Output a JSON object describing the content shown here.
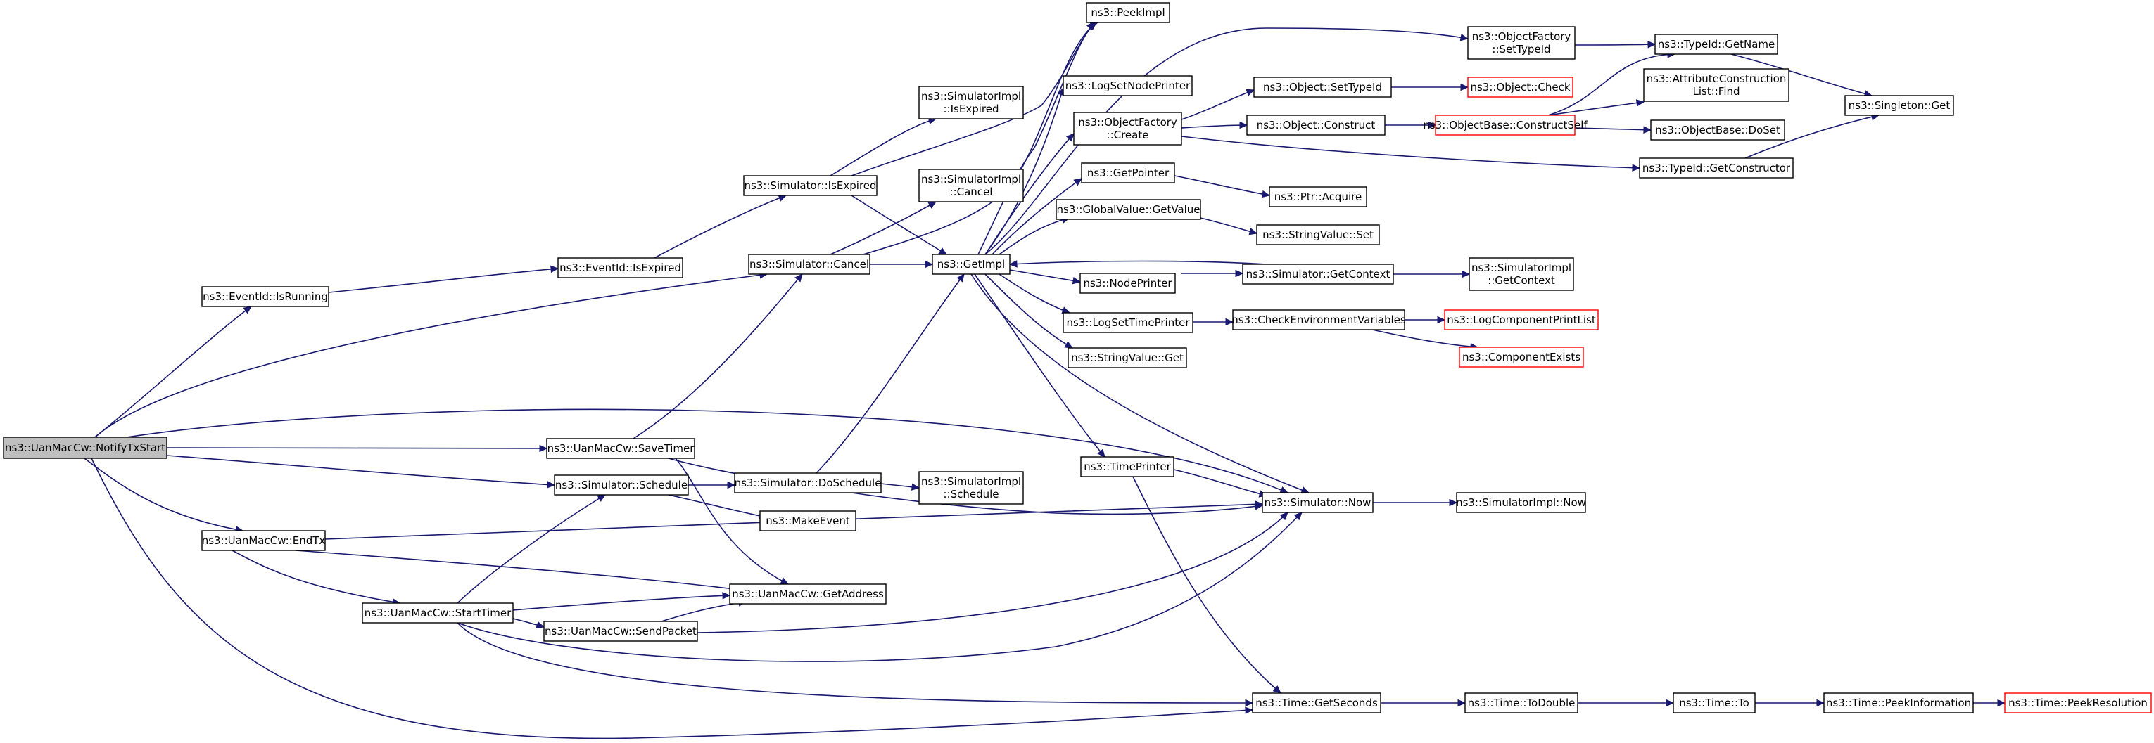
{
  "nodes": [
    {
      "id": "notifyTxStart",
      "lines": [
        "ns3::UanMacCw::NotifyTxStart"
      ],
      "root": true
    },
    {
      "id": "isRunning",
      "lines": [
        "ns3::EventId::IsRunning"
      ]
    },
    {
      "id": "eventIsExpired",
      "lines": [
        "ns3::EventId::IsExpired"
      ]
    },
    {
      "id": "simIsExpired",
      "lines": [
        "ns3::Simulator::IsExpired"
      ]
    },
    {
      "id": "simImplIsExpired",
      "lines": [
        "ns3::SimulatorImpl",
        "::IsExpired"
      ]
    },
    {
      "id": "peekImpl",
      "lines": [
        "ns3::PeekImpl"
      ]
    },
    {
      "id": "getImpl",
      "lines": [
        "ns3::GetImpl"
      ]
    },
    {
      "id": "simCancel",
      "lines": [
        "ns3::Simulator::Cancel"
      ]
    },
    {
      "id": "simImplCancel",
      "lines": [
        "ns3::SimulatorImpl",
        "::Cancel"
      ]
    },
    {
      "id": "saveTimer",
      "lines": [
        "ns3::UanMacCw::SaveTimer"
      ]
    },
    {
      "id": "simSchedule",
      "lines": [
        "ns3::Simulator::Schedule"
      ]
    },
    {
      "id": "doSchedule",
      "lines": [
        "ns3::Simulator::DoSchedule"
      ]
    },
    {
      "id": "simImplSchedule",
      "lines": [
        "ns3::SimulatorImpl",
        "::Schedule"
      ]
    },
    {
      "id": "makeEvent",
      "lines": [
        "ns3::MakeEvent"
      ]
    },
    {
      "id": "endTx",
      "lines": [
        "ns3::UanMacCw::EndTx"
      ]
    },
    {
      "id": "startTimer",
      "lines": [
        "ns3::UanMacCw::StartTimer"
      ]
    },
    {
      "id": "getAddress",
      "lines": [
        "ns3::UanMacCw::GetAddress"
      ]
    },
    {
      "id": "sendPacket",
      "lines": [
        "ns3::UanMacCw::SendPacket"
      ]
    },
    {
      "id": "logSetNodePrinter",
      "lines": [
        "ns3::LogSetNodePrinter"
      ]
    },
    {
      "id": "objFactoryCreate",
      "lines": [
        "ns3::ObjectFactory",
        "::Create"
      ]
    },
    {
      "id": "getPointer",
      "lines": [
        "ns3::GetPointer"
      ]
    },
    {
      "id": "globalValueGetValue",
      "lines": [
        "ns3::GlobalValue::GetValue"
      ]
    },
    {
      "id": "nodePrinter",
      "lines": [
        "ns3::NodePrinter"
      ]
    },
    {
      "id": "logSetTimePrinter",
      "lines": [
        "ns3::LogSetTimePrinter"
      ]
    },
    {
      "id": "stringValueGet",
      "lines": [
        "ns3::StringValue::Get"
      ]
    },
    {
      "id": "timePrinter",
      "lines": [
        "ns3::TimePrinter"
      ]
    },
    {
      "id": "simNow",
      "lines": [
        "ns3::Simulator::Now"
      ]
    },
    {
      "id": "simImplNow",
      "lines": [
        "ns3::SimulatorImpl::Now"
      ]
    },
    {
      "id": "getSeconds",
      "lines": [
        "ns3::Time::GetSeconds"
      ]
    },
    {
      "id": "toDouble",
      "lines": [
        "ns3::Time::ToDouble"
      ]
    },
    {
      "id": "timeTo",
      "lines": [
        "ns3::Time::To"
      ]
    },
    {
      "id": "peekInformation",
      "lines": [
        "ns3::Time::PeekInformation"
      ]
    },
    {
      "id": "peekResolution",
      "lines": [
        "ns3::Time::PeekResolution"
      ],
      "red": true
    },
    {
      "id": "objFactorySetTypeId",
      "lines": [
        "ns3::ObjectFactory",
        "::SetTypeId"
      ]
    },
    {
      "id": "objSetTypeId",
      "lines": [
        "ns3::Object::SetTypeId"
      ]
    },
    {
      "id": "objConstruct",
      "lines": [
        "ns3::Object::Construct"
      ]
    },
    {
      "id": "ptrAcquire",
      "lines": [
        "ns3::Ptr::Acquire"
      ]
    },
    {
      "id": "stringValueSet",
      "lines": [
        "ns3::StringValue::Set"
      ]
    },
    {
      "id": "simGetContext",
      "lines": [
        "ns3::Simulator::GetContext"
      ]
    },
    {
      "id": "checkEnvVars",
      "lines": [
        "ns3::CheckEnvironmentVariables"
      ]
    },
    {
      "id": "objCheck",
      "lines": [
        "ns3::Object::Check"
      ],
      "red": true
    },
    {
      "id": "constructSelf",
      "lines": [
        "ns3::ObjectBase::ConstructSelf"
      ],
      "red": true
    },
    {
      "id": "simImplGetContext",
      "lines": [
        "ns3::SimulatorImpl",
        "::GetContext"
      ]
    },
    {
      "id": "logComponentPrintList",
      "lines": [
        "ns3::LogComponentPrintList"
      ],
      "red": true
    },
    {
      "id": "componentExists",
      "lines": [
        "ns3::ComponentExists"
      ],
      "red": true
    },
    {
      "id": "typeIdGetName",
      "lines": [
        "ns3::TypeId::GetName"
      ]
    },
    {
      "id": "attrConstructionListFind",
      "lines": [
        "ns3::AttributeConstruction",
        "List::Find"
      ]
    },
    {
      "id": "objectBaseDoSet",
      "lines": [
        "ns3::ObjectBase::DoSet"
      ]
    },
    {
      "id": "typeIdGetConstructor",
      "lines": [
        "ns3::TypeId::GetConstructor"
      ]
    },
    {
      "id": "singletonGet",
      "lines": [
        "ns3::Singleton::Get"
      ]
    }
  ]
}
